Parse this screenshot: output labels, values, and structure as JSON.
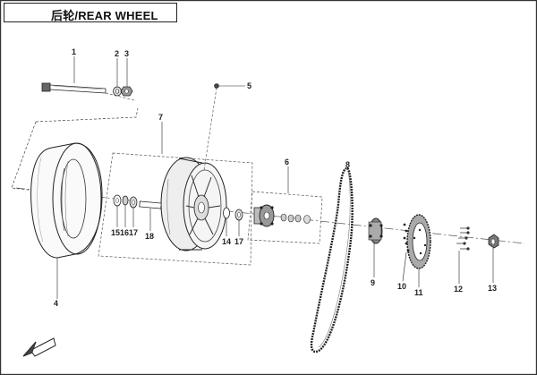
{
  "title": "后轮/REAR WHEEL",
  "callouts": {
    "c1": "1",
    "c2": "2",
    "c3": "3",
    "c4": "4",
    "c5": "5",
    "c6": "6",
    "c7": "7",
    "c8": "8",
    "c9": "9",
    "c10": "10",
    "c11": "11",
    "c12": "12",
    "c13": "13",
    "c14": "14",
    "c15": "15",
    "c16": "16",
    "c17a": "17",
    "c17b": "17",
    "c18": "18"
  },
  "icons": {
    "direction_arrow": "front-direction-arrow-icon"
  }
}
